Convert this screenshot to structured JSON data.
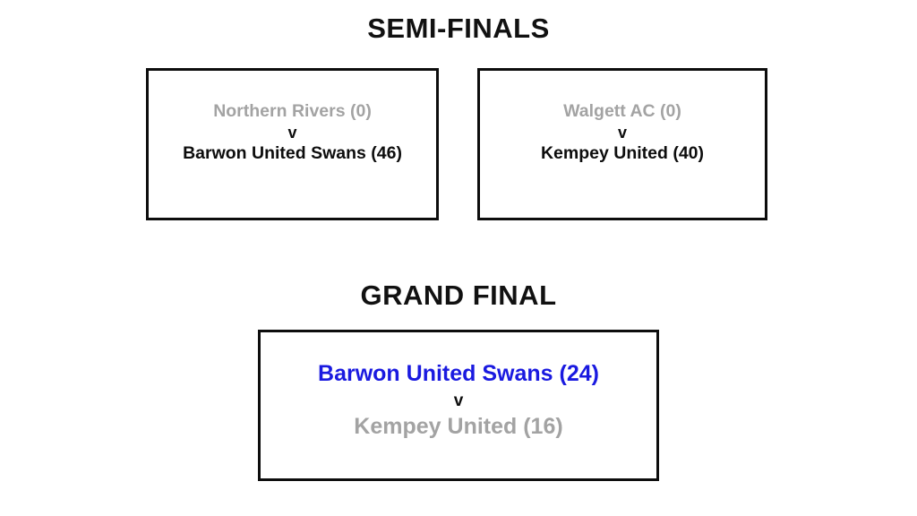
{
  "colors": {
    "background": "#ffffff",
    "border": "#0d0d0d",
    "winner_text": "#0d0d0d",
    "loser_text": "#a3a3a3",
    "champion_text": "#1a1ae0",
    "heading_text": "#111111"
  },
  "rounds": [
    {
      "heading": "SEMI-FINALS",
      "matches": [
        {
          "top_team": "Northern Rivers (0)",
          "versus": "v",
          "bottom_team": "Barwon United Swans (46)"
        },
        {
          "top_team": "Walgett AC (0)",
          "versus": "v",
          "bottom_team": "Kempey United (40)"
        }
      ]
    },
    {
      "heading": "GRAND FINAL",
      "matches": [
        {
          "top_team": "Barwon United Swans (24)",
          "versus": "v",
          "bottom_team": "Kempey United (16)"
        }
      ]
    }
  ]
}
